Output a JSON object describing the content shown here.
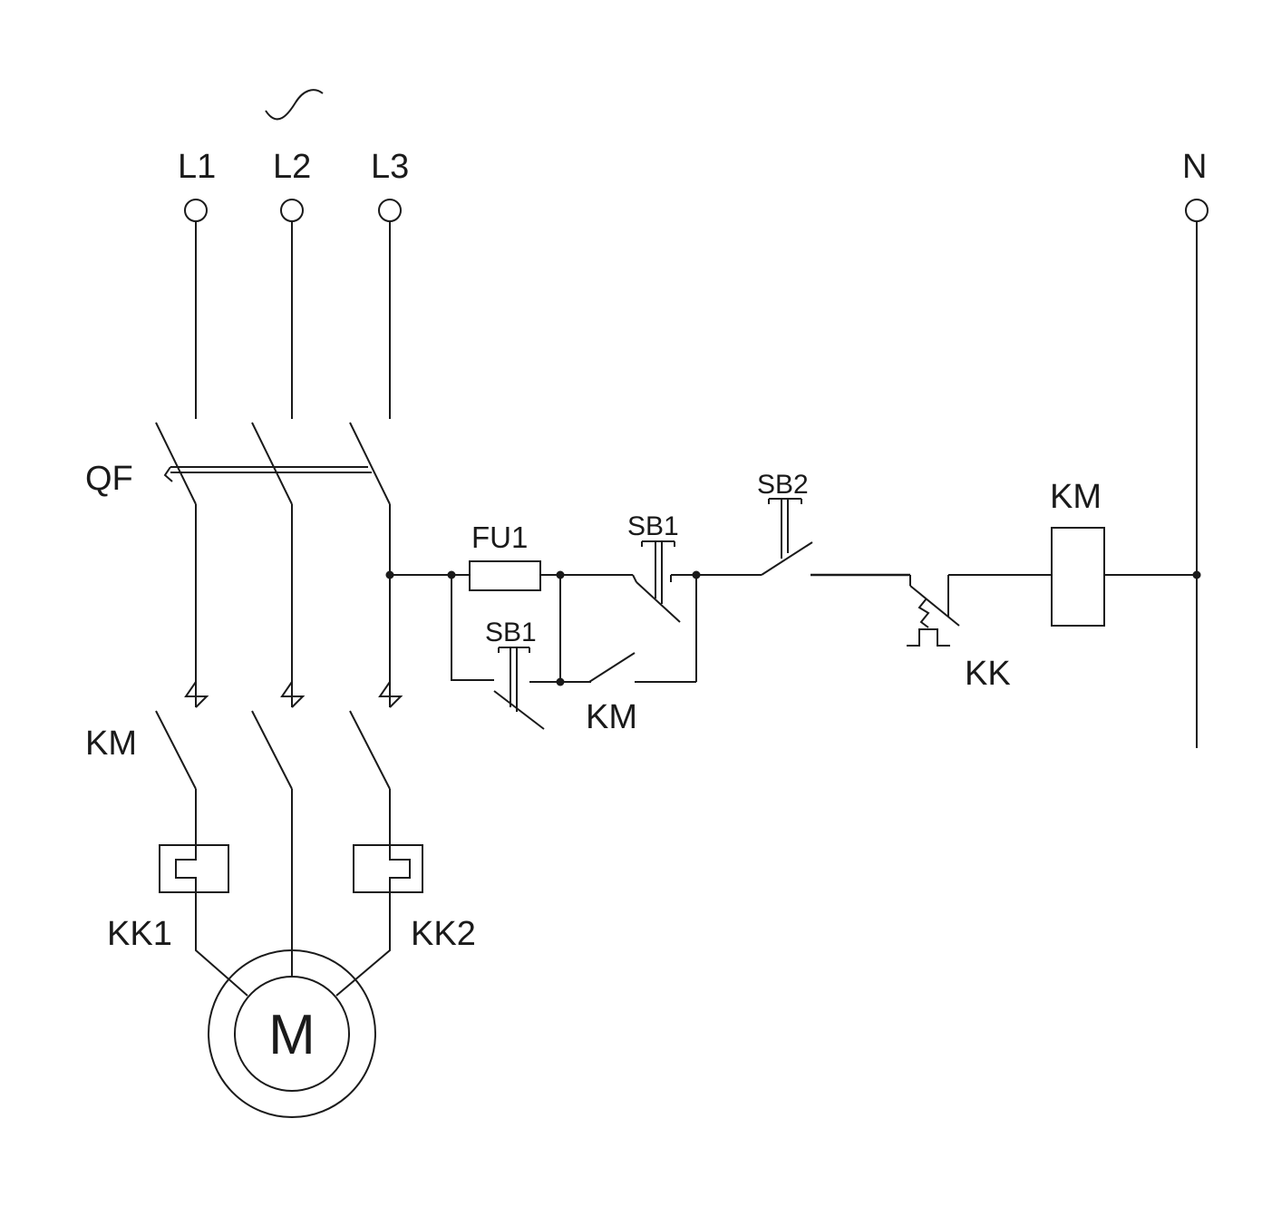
{
  "supply": {
    "ac_symbol": "ac-sine-icon",
    "phases": [
      "L1",
      "L2",
      "L3"
    ],
    "neutral": "N"
  },
  "components": {
    "breaker": "QF",
    "contactor_main": "KM",
    "overload_1": "KK1",
    "overload_2": "KK2",
    "motor": "M",
    "fuse": "FU1",
    "stop_button": "SB1",
    "start_button": "SB2",
    "start_button_aux": "SB1",
    "hold_contact": "KM",
    "overload_contact": "KK",
    "coil": "KM"
  }
}
